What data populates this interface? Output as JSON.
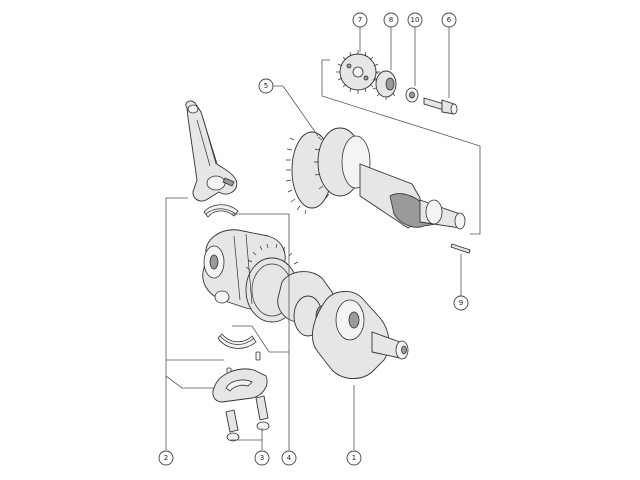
{
  "callouts": [
    "1",
    "2",
    "3",
    "4",
    "5",
    "6",
    "7",
    "8",
    "9",
    "10"
  ],
  "colors": {
    "line": "#333333",
    "shade": "#e6e6e6",
    "dark": "#9a9a9a"
  }
}
